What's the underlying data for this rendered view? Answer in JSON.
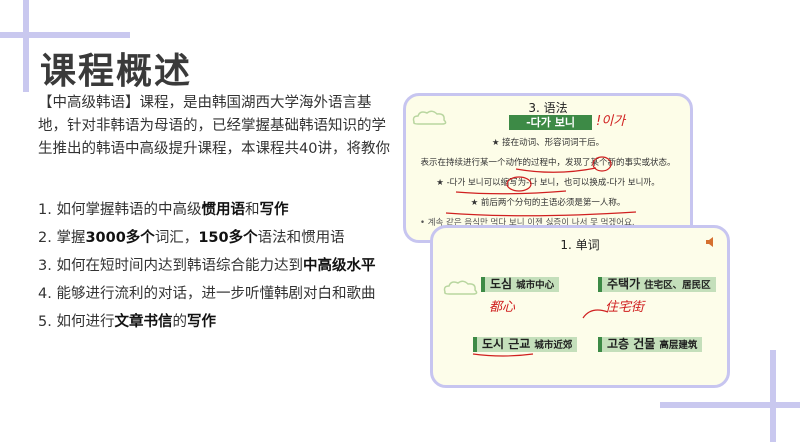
{
  "slide": {
    "title": "课程概述",
    "intro": "【中高级韩语】课程，是由韩国湖西大学海外语言基地，针对非韩语为母语的，已经掌握基础韩语知识的学生推出的韩语中高级提升课程，本课程共40讲，将教你",
    "list": [
      {
        "pre": "1. 如何掌握韩语的中高级",
        "b1": "惯用语",
        "mid": "和",
        "b2": "写作",
        "post": ""
      },
      {
        "pre": "2. 掌握",
        "b1": "3000多个",
        "mid": "词汇，",
        "b2": "150多个",
        "post": "语法和惯用语"
      },
      {
        "pre": "3. 如何在短时间内达到韩语综合能力达到",
        "b1": "中高级水平",
        "mid": "",
        "b2": "",
        "post": ""
      },
      {
        "pre": "4. 能够进行流利的对话，进一步听懂韩剧对白和歌曲",
        "b1": "",
        "mid": "",
        "b2": "",
        "post": ""
      },
      {
        "pre": "5. 如何进行",
        "b1": "文章书信",
        "mid": "的",
        "b2": "写作",
        "post": ""
      }
    ]
  },
  "card1": {
    "title": "3. 语法",
    "banner": "-다가 보니",
    "hand_note": "!이가",
    "lines": [
      "★ 接在动词、形容词词干后。",
      "表示在持续进行某一个动作的过程中，发现了某个新的事实或状态。",
      "★ -다가 보니可以缩写为-다 보니，也可以换成-다가 보니까。",
      "★ 前后两个分句的主语必须是第一人称。"
    ],
    "korean": "• 계속 같은 음식만 먹다 보니 이젠 싫증이 나서 못 먹겠어요."
  },
  "card2": {
    "title": "1. 单词",
    "speaker_icon": "speaker-icon",
    "words": [
      {
        "kr": "도심",
        "cn": "城市中心",
        "note": "都心"
      },
      {
        "kr": "주택가",
        "cn": "住宅区、居民区",
        "note": "住宅街"
      },
      {
        "kr": "도시 근교",
        "cn": "城市近郊",
        "note": ""
      },
      {
        "kr": "고층 건물",
        "cn": "高层建筑",
        "note": ""
      }
    ]
  },
  "colors": {
    "accent": "#c9c8ef",
    "tag_green": "#c4dfbb",
    "banner_green": "#3d8a46",
    "ink_red": "#d02020"
  }
}
